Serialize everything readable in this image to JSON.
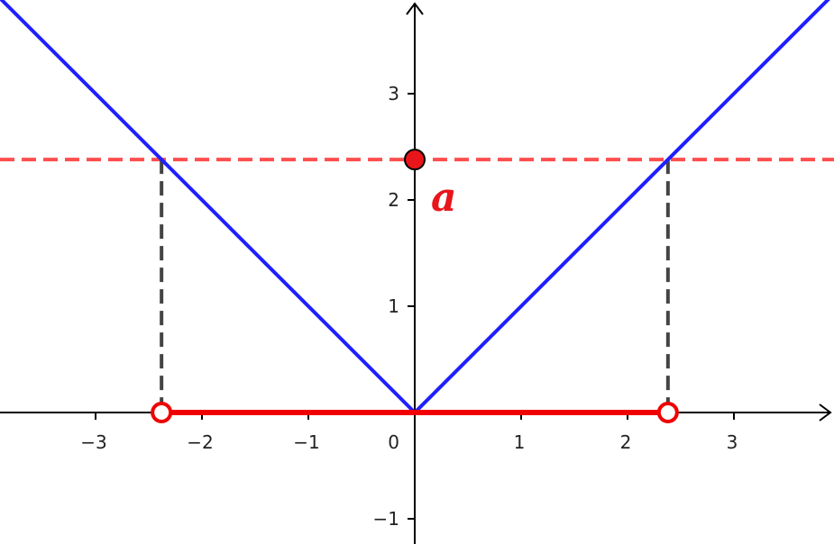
{
  "chart_data": {
    "type": "line",
    "xlim": [
      -3.9,
      3.9
    ],
    "ylim": [
      -1.2,
      3.85
    ],
    "x_ticks": [
      {
        "value": -3,
        "label": "−3"
      },
      {
        "value": -2,
        "label": "−2"
      },
      {
        "value": -1,
        "label": "−1"
      },
      {
        "value": 1,
        "label": "1"
      },
      {
        "value": 2,
        "label": "2"
      },
      {
        "value": 3,
        "label": "3"
      }
    ],
    "y_ticks": [
      {
        "value": -1,
        "label": "−1"
      },
      {
        "value": 1,
        "label": "1"
      },
      {
        "value": 2,
        "label": "2"
      },
      {
        "value": 3,
        "label": "3"
      }
    ],
    "origin_label": "0",
    "grid": false,
    "series": [
      {
        "type": "line",
        "color": "#1f1fff",
        "x": [
          -3.9,
          0,
          3.9
        ],
        "y": [
          3.9,
          0,
          3.9
        ]
      }
    ],
    "horizontal_line": {
      "y": 2.38,
      "color": "#ff4d4d",
      "style": "dashed"
    },
    "point_a": {
      "x": 0,
      "y": 2.38,
      "label": "a",
      "color": "#e8161a"
    },
    "drop_lines": {
      "x": [
        -2.38,
        2.38
      ],
      "color": "#444444",
      "style": "dashed"
    },
    "interval": {
      "from": -2.38,
      "to": 2.38,
      "color": "#f00000",
      "endpoints": "open"
    }
  }
}
